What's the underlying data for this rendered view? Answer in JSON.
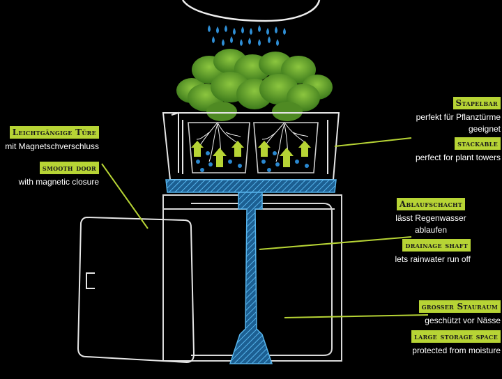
{
  "labels": {
    "door_de_title": "Leichtgängige Türe",
    "door_de_text": "mit Magnetschverschluss",
    "door_en_title": "smooth door",
    "door_en_text": "with magnetic closure",
    "stack_de_title": "Stapelbar",
    "stack_de_text": "perfekt für Pflanztürme geeignet",
    "stack_en_title": "stackable",
    "stack_en_text": "perfect for plant towers",
    "drain_de_title": "Ablaufschacht",
    "drain_de_text": "lässt Regenwasser ablaufen",
    "drain_en_title": "drainage shaft",
    "drain_en_text": "lets rainwater run off",
    "storage_de_title": "großer Stauraum",
    "storage_de_text": "geschützt vor Nässe",
    "storage_en_title": "large storage space",
    "storage_en_text": "protected from moisture"
  },
  "colors": {
    "background": "#000000",
    "tag_green": "#b7d435",
    "water_blue": "#3aa0e0",
    "chalk": "#e8e8e8",
    "leaf": "#5f9c2a"
  },
  "icons": [
    "cloud-icon",
    "raindrop-icon",
    "basil-plant-icon",
    "up-arrow-icon"
  ]
}
